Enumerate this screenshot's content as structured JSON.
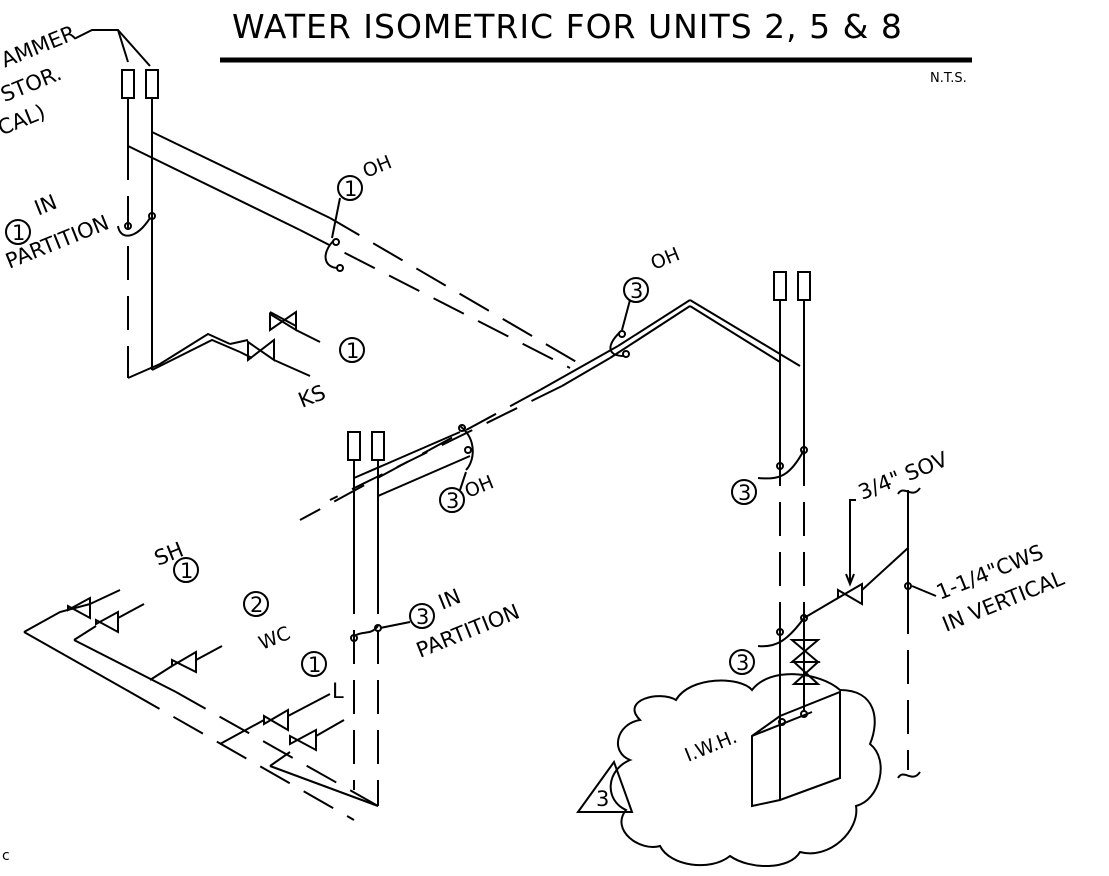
{
  "title": "WATER ISOMETRIC FOR UNITS 2, 5 & 8",
  "scale_note": "N.T.S.",
  "labels": {
    "hammer_line1": "AMMER",
    "hammer_line2": "STOR.",
    "hammer_line3": "CAL)",
    "in_partition_1_num": "1",
    "in_partition_1_a": "IN",
    "in_partition_1_b": "PARTITION",
    "oh1_num": "1",
    "oh1_text": "OH",
    "oh3a_num": "3",
    "oh3a_text": "OH",
    "ks_num": "1",
    "ks_text": "KS",
    "oh3b_num": "3",
    "oh3b_text": "OH",
    "sh_text": "SH",
    "sh_num": "1",
    "wc_num": "2",
    "wc_text": "WC",
    "in_partition_3_num": "3",
    "in_partition_3_a": "IN",
    "in_partition_3_b": "PARTITION",
    "l_num": "1",
    "l_text": "L",
    "riser3_num": "3",
    "heater3_num": "3",
    "sov": "3/4\" SOV",
    "cws_line1": "1-1/4\"CWS",
    "cws_line2": "IN VERTICAL",
    "iwh": "I.W.H.",
    "revision": "3",
    "corner_mark": "c"
  }
}
